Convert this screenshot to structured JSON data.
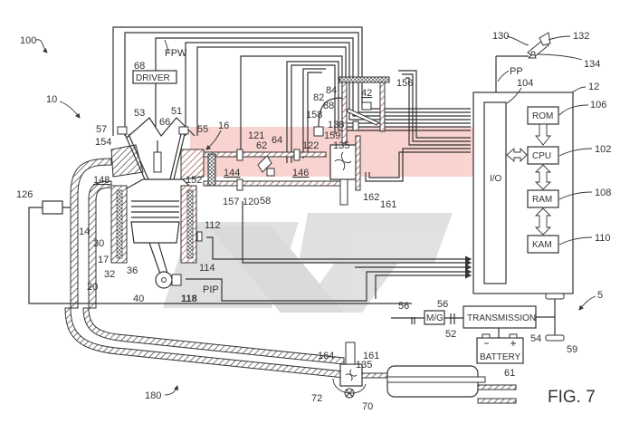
{
  "figure": {
    "title": "FIG. 7",
    "watermark_colors": {
      "red": "#f5b0a8",
      "gray": "#c8c8c8"
    }
  },
  "controller": {
    "ref": "12",
    "io_label": "I/O",
    "io_ref": "104",
    "rom": {
      "label": "ROM",
      "ref": "106"
    },
    "cpu": {
      "label": "CPU",
      "ref": "102"
    },
    "ram": {
      "label": "RAM",
      "ref": "108"
    },
    "kam": {
      "label": "KAM",
      "ref": "110"
    },
    "pp_label": "PP"
  },
  "pedal": {
    "ref_130": "130",
    "ref_132": "132",
    "ref_134": "134"
  },
  "driver": {
    "label": "DRIVER",
    "ref": "68",
    "fpw_label": "FPW"
  },
  "system_refs": {
    "vehicle_system": "100",
    "engine": "10",
    "exhaust_system": "180",
    "drivetrain": "5"
  },
  "engine_refs": {
    "r53": "53",
    "r57": "57",
    "r66": "66",
    "r51": "51",
    "r55": "55",
    "r154": "154",
    "r148": "148",
    "r152": "152",
    "r16": "16",
    "r126": "126",
    "r14": "14",
    "r30": "30",
    "r17": "17",
    "r20": "20",
    "r32": "32",
    "r36": "36",
    "r40": "40",
    "r112": "112",
    "r114": "114",
    "r118": "118",
    "pip_label": "PIP"
  },
  "intake_refs": {
    "r121": "121",
    "r62": "62",
    "r64": "64",
    "r122": "122",
    "r144": "144",
    "r146": "146",
    "r157": "157",
    "r120": "120",
    "r58": "58",
    "r162": "162",
    "r161": "161",
    "r158": "158",
    "r159": "159",
    "r138": "138",
    "r135": "135",
    "r82": "82",
    "r84": "84",
    "r88": "88",
    "r42": "42",
    "r156": "156"
  },
  "drivetrain": {
    "mg_label": "M/G",
    "mg_ref": "52",
    "clutch_ref_a": "56",
    "clutch_ref_b": "56",
    "transmission_label": "TRANSMISSION",
    "transmission_ref": "54",
    "battery_label": "BATTERY",
    "battery_ref": "61",
    "wheel_ref": "59"
  },
  "exhaust_refs": {
    "r164": "164",
    "r161": "161",
    "r135": "135",
    "r72": "72",
    "r70": "70"
  }
}
